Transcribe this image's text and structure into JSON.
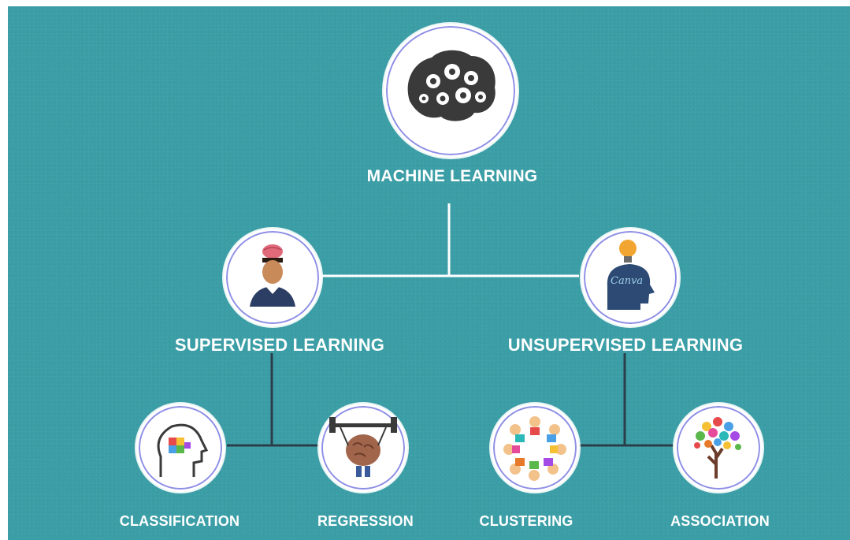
{
  "diagram": {
    "root": {
      "label": "MACHINE LEARNING",
      "icon": "gears-brain-icon"
    },
    "branches": [
      {
        "label": "SUPERVISED LEARNING",
        "icon": "person-with-brain-icon",
        "children": [
          {
            "label": "CLASSIFICATION",
            "icon": "puzzle-head-icon"
          },
          {
            "label": "REGRESSION",
            "icon": "brain-lifting-barbell-icon"
          }
        ]
      },
      {
        "label": "UNSUPERVISED LEARNING",
        "icon": "lightbulb-head-icon",
        "icon_text": "Canva",
        "children": [
          {
            "label": "CLUSTERING",
            "icon": "children-circle-icon"
          },
          {
            "label": "ASSOCIATION",
            "icon": "colorful-tree-icon"
          }
        ]
      }
    ]
  },
  "colors": {
    "background": "#3b9ea6",
    "node_ring": "#8e8ee6",
    "connector": "#ffffff",
    "leaf_connector": "#2b3f4a"
  }
}
